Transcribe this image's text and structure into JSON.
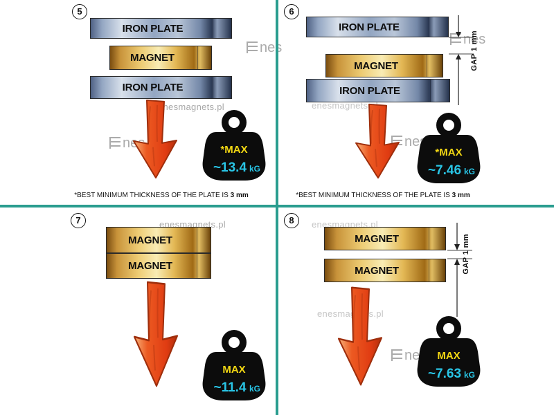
{
  "watermark_text": "enesmagnets.pl",
  "logo_text": "nes",
  "colors": {
    "divider": "#2a9d8f",
    "max_label": "#f2d713",
    "weight_value": "#29c5e6",
    "arrow_main": "#e4461a"
  },
  "panels": [
    {
      "number": "5",
      "layers": [
        "IRON PLATE",
        "MAGNET",
        "IRON PLATE"
      ],
      "weight": {
        "label": "*MAX",
        "value": "~13.4",
        "unit": "kG"
      },
      "footnote": {
        "text": "*BEST MINIMUM THICKNESS OF THE PLATE IS",
        "bold": "3 mm"
      }
    },
    {
      "number": "6",
      "layers": [
        "IRON PLATE",
        "MAGNET",
        "IRON PLATE"
      ],
      "gap_label": "GAP 1 mm",
      "weight": {
        "label": "*MAX",
        "value": "~7.46",
        "unit": "kG"
      },
      "footnote": {
        "text": "*BEST MINIMUM THICKNESS OF THE PLATE IS",
        "bold": "3 mm"
      }
    },
    {
      "number": "7",
      "layers": [
        "MAGNET",
        "MAGNET"
      ],
      "weight": {
        "label": "MAX",
        "value": "~11.4",
        "unit": "kG"
      }
    },
    {
      "number": "8",
      "layers": [
        "MAGNET",
        "MAGNET"
      ],
      "gap_label": "GAP 1 mm",
      "weight": {
        "label": "MAX",
        "value": "~7.63",
        "unit": "kG"
      }
    }
  ]
}
